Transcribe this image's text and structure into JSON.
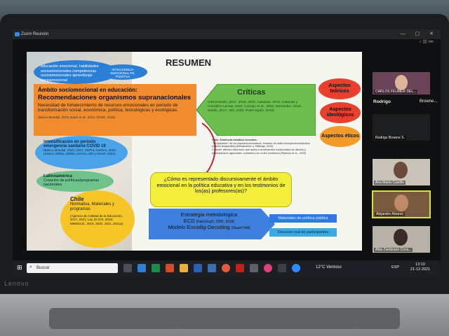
{
  "zoom": {
    "window_title": "Zoom Reunión",
    "window_controls": "— ▢ ✕",
    "status_text": "✓  ⬛ Ver"
  },
  "slide": {
    "title": "RESUMEN",
    "oval_top": "educación emocional, habilidades socioemocionales competencias socioemocionales aprendizaje socioemocional",
    "oval_inteligencia": "INTELIGENCIA EMOCIONAL PS. POSITIVA",
    "ambito": {
      "heading": "Ámbito sociomocional en educación:",
      "subheading": "Recomendaciones organismos supranacionales",
      "body": "Necesidad de fortalecimiento de recursos emocionales en periodo de transformación social, económica, política, tecnológicas y ecológicas.",
      "refs": "(Banco Mundial, 2021; Bassi et al., 2012; OCDE, 2016)"
    },
    "covid": {
      "heading": "Intensificación en período emergencia sanitaria COVID 19",
      "refs": "(Banco Mundial, 2020, 2021; CEPAL-Unesco, 2020; Unesco 2020a, 2020b; Unesco, BM y Unicef, 2021)"
    },
    "latam": {
      "heading": "Latinoamérica",
      "body": "Creación de políticas/programas nacionales"
    },
    "chile": {
      "heading": "Chile",
      "body": "Normativa, Materiales y programas",
      "refs": "(Agencia de Calidad de la Educación, 2017, 2021; Ley 20.370, 2019; MINEDUC, 2019, 2020, 2021, 2021a)"
    },
    "criticas": {
      "label": "Críticas",
      "refs": "(Abramowski, 2017, 2018, 2020; Cabanas, 2019; Cabanas y González-Lamas, 2021; Cornejo et al., 2021; Menéndez, 2018; Nobile, 2017; OEI, 2020; Prieto Egido, 2018)"
    },
    "aspects": {
      "teoricos": "Aspectos teóricos",
      "ideologicos": "Aspectos ideológicos",
      "eticos": "Aspectos éticos"
    },
    "chile_evidencia": {
      "heading": "Chile. Evidencia estudios recientes:",
      "item1": "\"Terapización\" de los espacios educativos, fomento de estilo introspectivo/individuo (cultura terapéutica) (Besakarrecx y Sibilinga, 2019)",
      "item2": "Carácter afectivo discursivo que apela a sentimientos tradicionales de afectos y bienestarismo agenciales, solidarios con orden neoliberal (Palacios et al., 2020)"
    },
    "question": "¿Cómo es representado discursivamente el ámbito emocional en la política educativa y en los  testimonios de los(as) profesores(as)?",
    "strategy": {
      "heading": "Estrategia metodológica",
      "ecd": "ECD",
      "ecd_ref": "(Fairclough, 1995, 2018)",
      "model": "Modelo Encodig-Decoding",
      "model_ref": "(Stuart Hall)"
    },
    "materiales": "Materiales de política pública",
    "discurso": "Discurso oral de participantes"
  },
  "participants": {
    "p1": "CARLOS FEUMER DEL...",
    "rodrigo_plain": "Rodrigo",
    "rodrigo_dots": "Browne...",
    "p2": "Rodrigo Browne S.",
    "p3": "Ana María Castillo",
    "p4": "Alejandro Alvarez",
    "p5": "Alba Zambrano Cons..."
  },
  "taskbar": {
    "search_placeholder": "Buscar",
    "weather": "12°C  Ventoso",
    "lang": "ESP",
    "time": "13:10",
    "date": "21-12-2021"
  },
  "brand": "Lenovo"
}
